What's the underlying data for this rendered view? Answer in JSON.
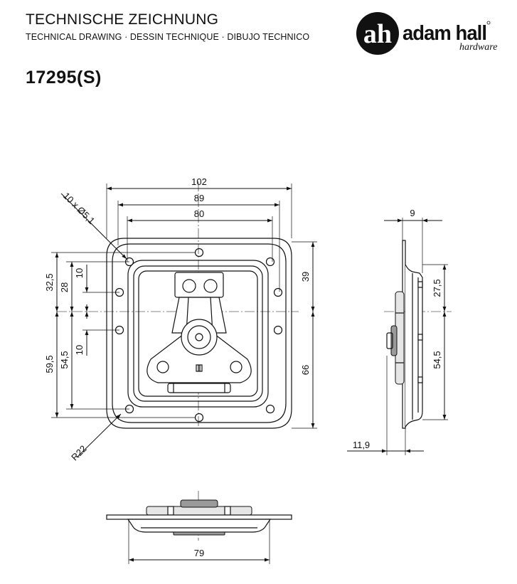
{
  "header": {
    "title": "TECHNISCHE ZEICHNUNG",
    "subtitle": "TECHNICAL DRAWING · DESSIN TECHNIQUE · DIBUJO TECHNICO"
  },
  "product": {
    "code": "17295(S)"
  },
  "logo": {
    "brand": "adam hall",
    "tagline": "hardware",
    "mark": "ah"
  },
  "dimensions": {
    "front": {
      "width_outer": "102",
      "width_holes": "89",
      "width_inner": "80",
      "holes_note": "10 x Ø5,1",
      "height_top_outer": "32,5",
      "height_top_inner": "28",
      "hole_offset_top": "10",
      "hole_offset_bottom": "10",
      "height_bottom_outer": "59,5",
      "height_bottom_inner": "54,5",
      "height_right_top": "39",
      "height_right_bottom": "66",
      "radius": "R22"
    },
    "side": {
      "depth_top": "9",
      "upper": "27,5",
      "lower": "54,5",
      "depth_bottom": "11,9"
    },
    "bottom": {
      "width": "79"
    }
  }
}
